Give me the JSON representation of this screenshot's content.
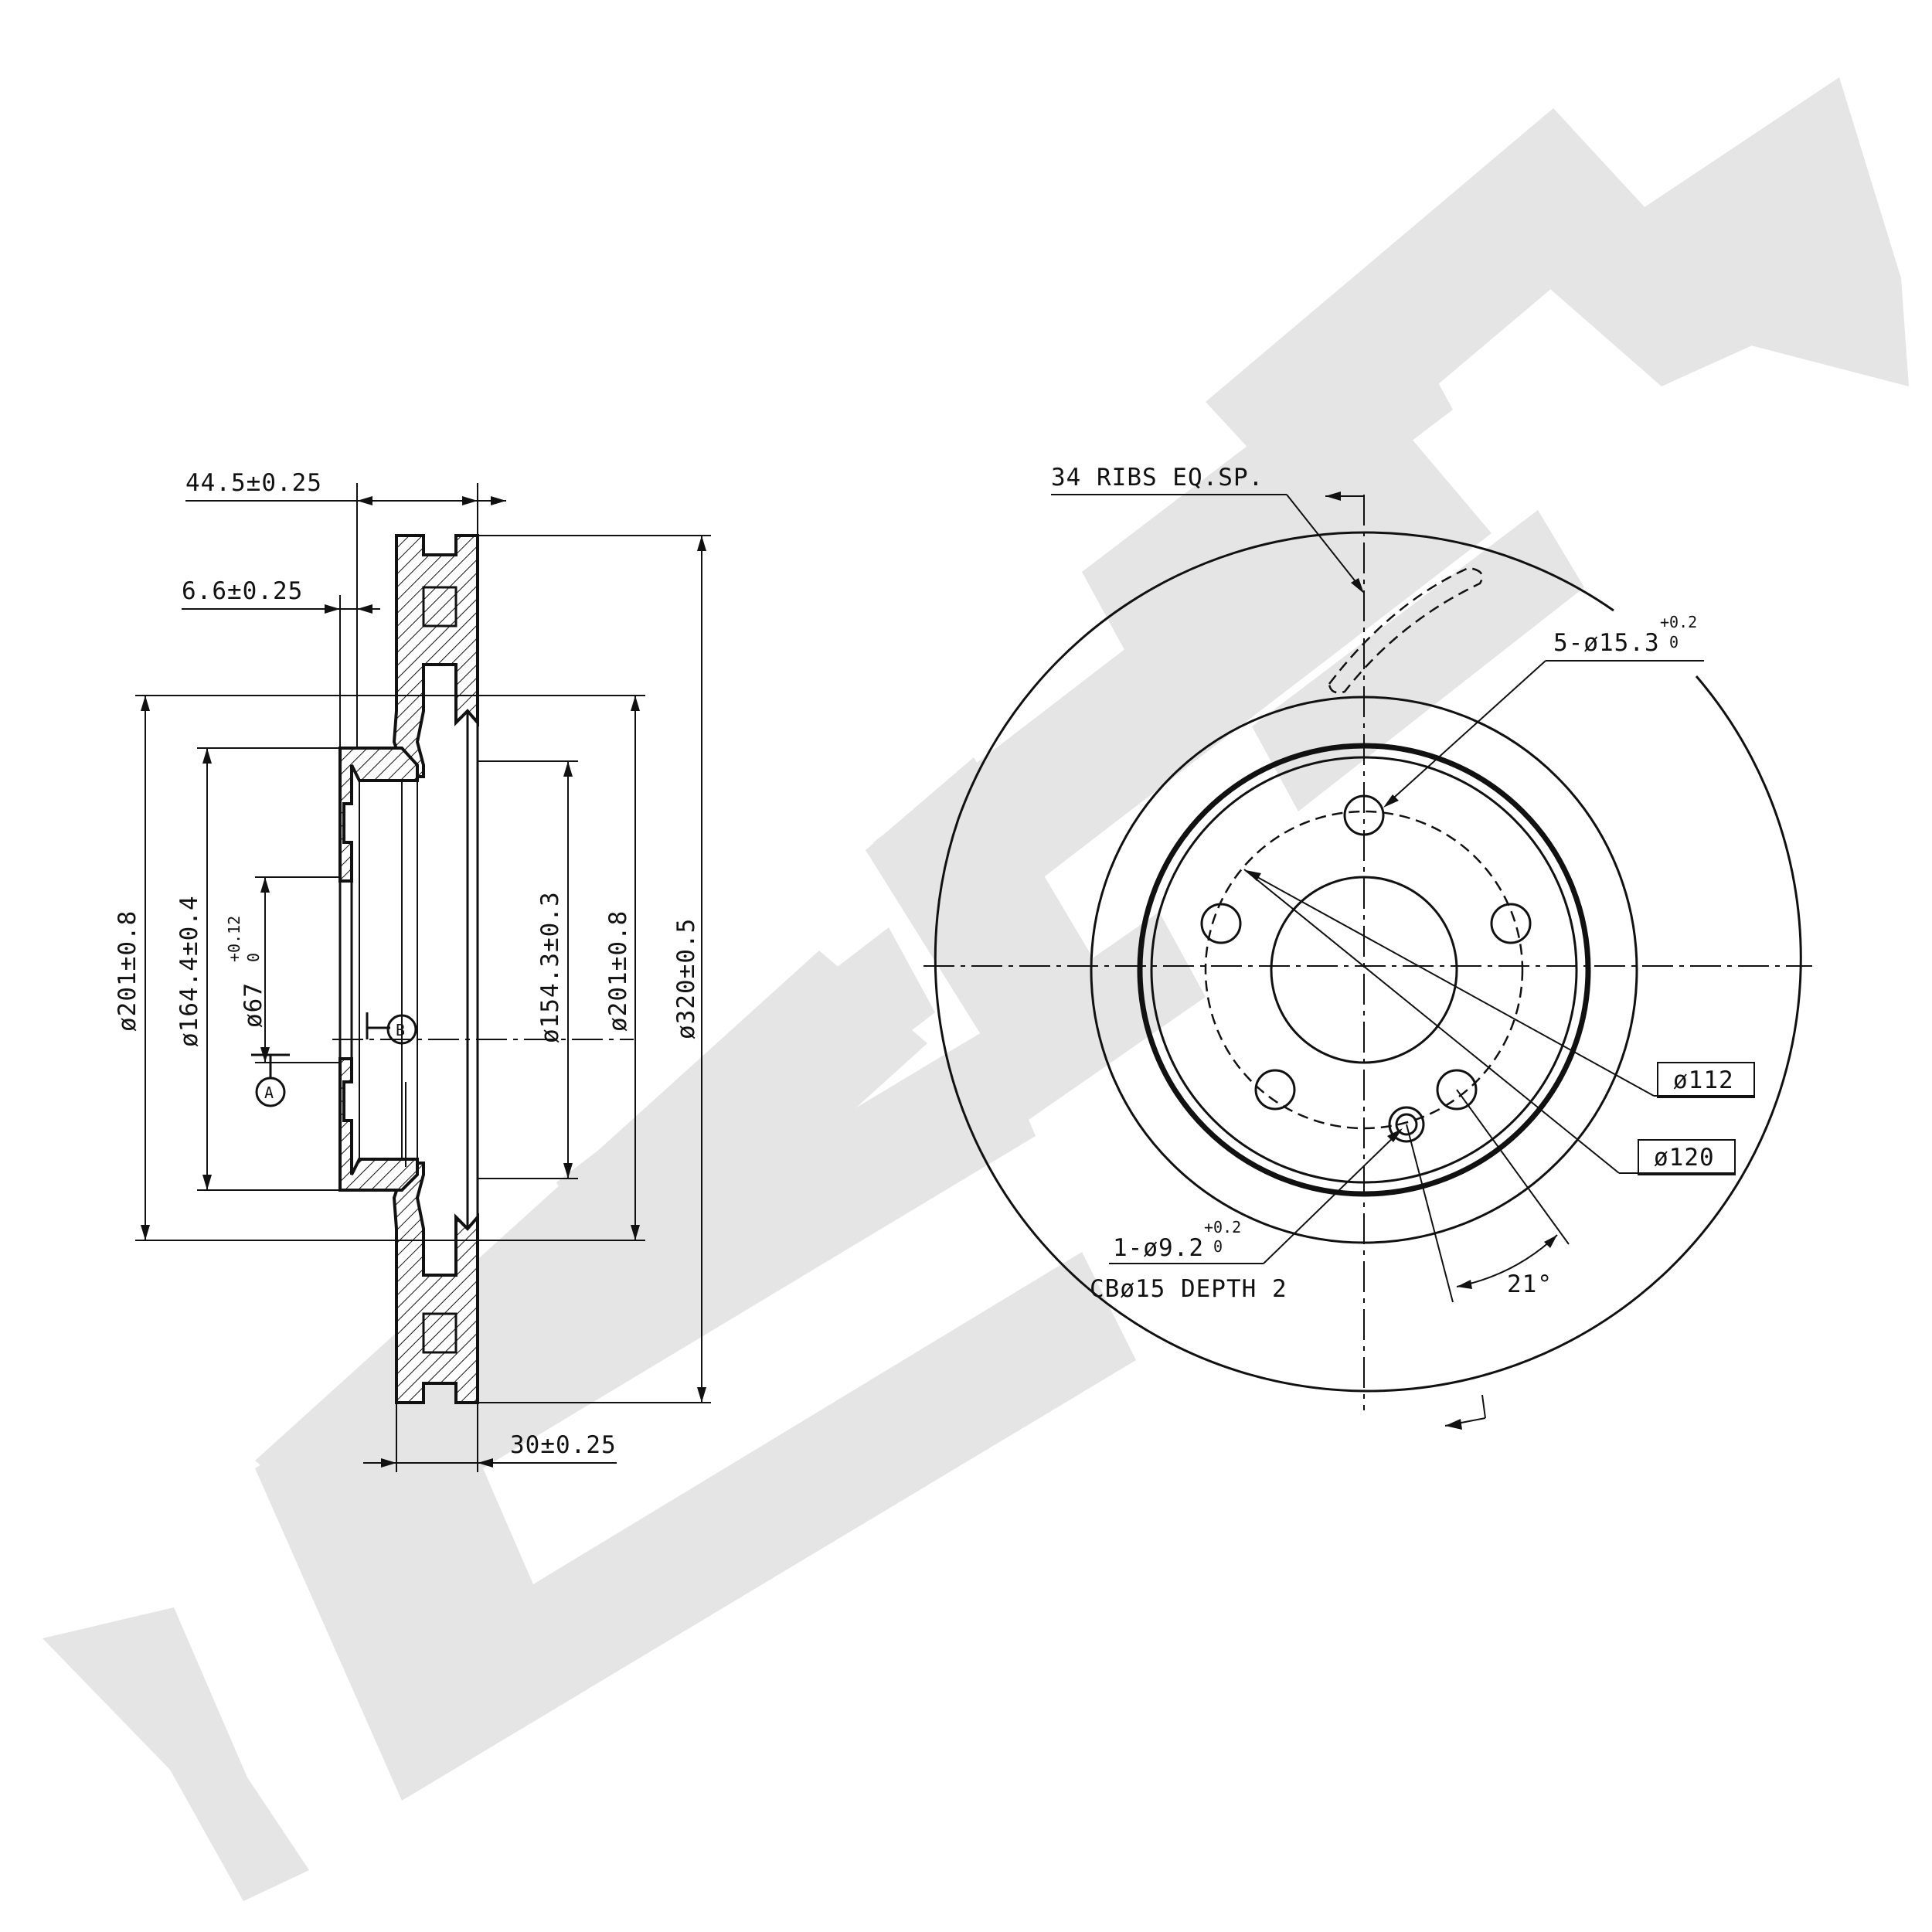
{
  "side_view": {
    "dims": {
      "overall_thickness": "44.5±0.25",
      "hat_thickness": "6.6±0.25",
      "disc_thickness": "30±0.25",
      "dia_201_left": "ø201±0.8",
      "dia_164": "ø164.4±0.4",
      "dia_67": "ø67",
      "dia_67_tol_upper": "+0.12",
      "dia_67_tol_lower": "0",
      "dia_154": "ø154.3±0.3",
      "dia_201_right": "ø201±0.8",
      "dia_320": "ø320±0.5"
    },
    "datum_a": "A",
    "datum_b": "B"
  },
  "front_view": {
    "ribs_note": "34 RIBS EQ.SP.",
    "bolt_holes": "5-ø15.3",
    "bolt_holes_tol_upper": "+0.2",
    "bolt_holes_tol_lower": "0",
    "pcd_112": "ø112",
    "pcd_120": "ø120",
    "small_hole": "1-ø9.2",
    "small_hole_tol_upper": "+0.2",
    "small_hole_tol_lower": "0",
    "counterbore": "CBø15 DEPTH 2",
    "angle": "21°"
  }
}
